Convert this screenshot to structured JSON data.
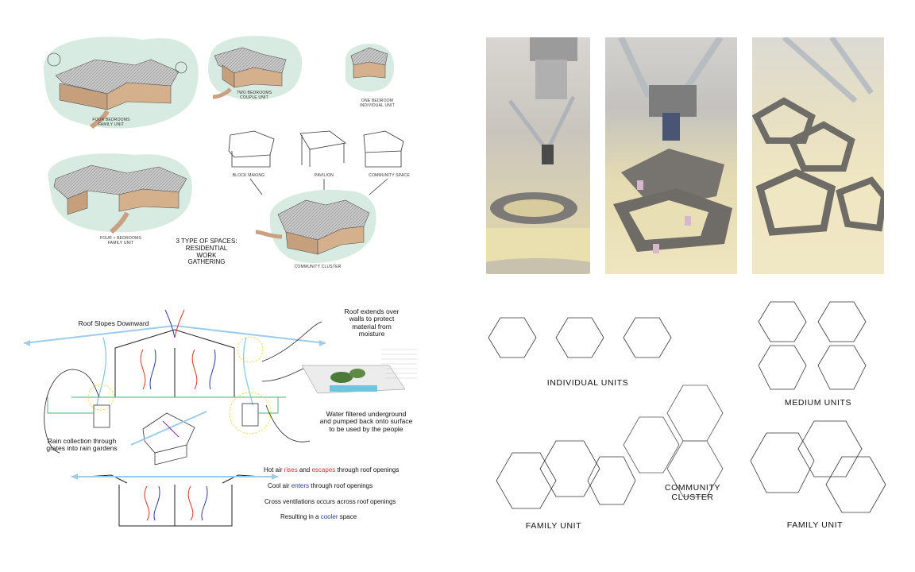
{
  "houses": {
    "four_bed_top": "FOUR BEDROOMS\nFAMILY UNIT",
    "two_bed": "TWO BEDROOMS\nCOUPLE UNIT",
    "one_bed": "ONE BEDROOM\nINDIVIDUAL UNIT",
    "four_bed_bottom": "FOUR + BEDROOMS\nFAMILY UNIT",
    "block_making": "BLOCK MAKING",
    "pavilion": "PAVILION",
    "community_space": "COMMUNITY SPACE",
    "community_cluster": "COMMUNITY CLUSTER",
    "spaces_title": "3 TYPE OF SPACES:\nRESIDENTIAL\nWORK\nGATHERING"
  },
  "climate": {
    "roof_slopes": "Roof Slopes Downward",
    "roof_extends": "Roof extends over\nwalls to protect\nmaterial from\nmoisture",
    "rain_collection": "Rain collection through\ngrates into rain gardens",
    "water_filtered": "Water filtered underground\nand pumped back onto surface\nto be used by the people",
    "legend": [
      {
        "a": "Hot air ",
        "b": "rises",
        "c": " and ",
        "d": "escapes",
        "e": " through roof openings"
      },
      {
        "a": "Cool air ",
        "b": "enters",
        "c": " through roof openings",
        "d": "",
        "e": ""
      },
      {
        "a": "Cross ventilations occurs across roof openings",
        "b": "",
        "c": "",
        "d": "",
        "e": ""
      },
      {
        "a": "Resulting in a ",
        "b": "cooler",
        "c": " space",
        "d": "",
        "e": ""
      }
    ],
    "colors": {
      "hot": "#d9322b",
      "cool": "#2a3c9c",
      "flow": "#8ec5e6",
      "wall": "#7fc8dd"
    }
  },
  "plans": {
    "individual_units": "INDIVIDUAL UNITS",
    "medium_units": "MEDIUM UNITS",
    "community_cluster": "COMMUNITY\nCLUSTER",
    "family_unit_left": "FAMILY UNIT",
    "family_unit_right": "FAMILY UNIT"
  },
  "photos": [
    {
      "name": "robot-printer-photo-1"
    },
    {
      "name": "robot-printer-photo-2"
    },
    {
      "name": "robot-printer-photo-3"
    }
  ]
}
